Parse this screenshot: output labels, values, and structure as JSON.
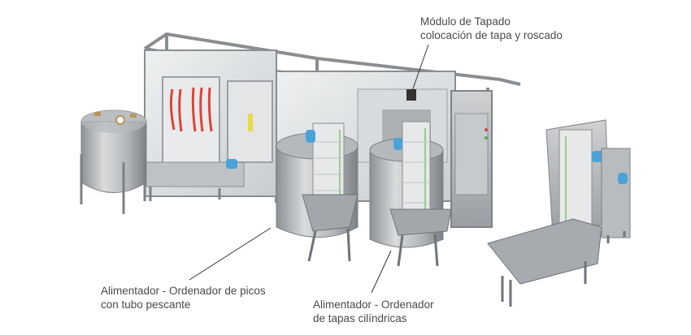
{
  "diagram": {
    "subject": "Industrial filling and capping line (3D render)",
    "components": [
      {
        "id": "tank",
        "description": "Stainless steel pressure tank"
      },
      {
        "id": "filler",
        "description": "Filling module with red hoses"
      },
      {
        "id": "feeder_1",
        "description": "Cylindrical bowl feeder with elevator (spouts)"
      },
      {
        "id": "feeder_2",
        "description": "Cylindrical bowl feeder with elevator (caps)"
      },
      {
        "id": "capping",
        "description": "Capping module"
      },
      {
        "id": "hopper_elevator",
        "description": "Hopper elevator with conveyor"
      }
    ]
  },
  "callouts": [
    {
      "id": "capping-module",
      "line1": "Módulo de Tapado",
      "line2": "colocación de tapa y roscado"
    },
    {
      "id": "spout-feeder",
      "line1": "Alimentador - Ordenador de picos",
      "line2": "con tubo pescante"
    },
    {
      "id": "cap-feeder",
      "line1": "Alimentador - Ordenador",
      "line2": "de tapas cilíndricas"
    }
  ],
  "colors": {
    "text": "#4a4a4a",
    "leader": "#333333",
    "steel_light": "#d6d8d9",
    "steel_mid": "#a9adb0",
    "steel_dark": "#6f7478",
    "motor_blue": "#4aa3d8",
    "hose_red": "#d9463a",
    "belt_green": "#7fc46a"
  }
}
